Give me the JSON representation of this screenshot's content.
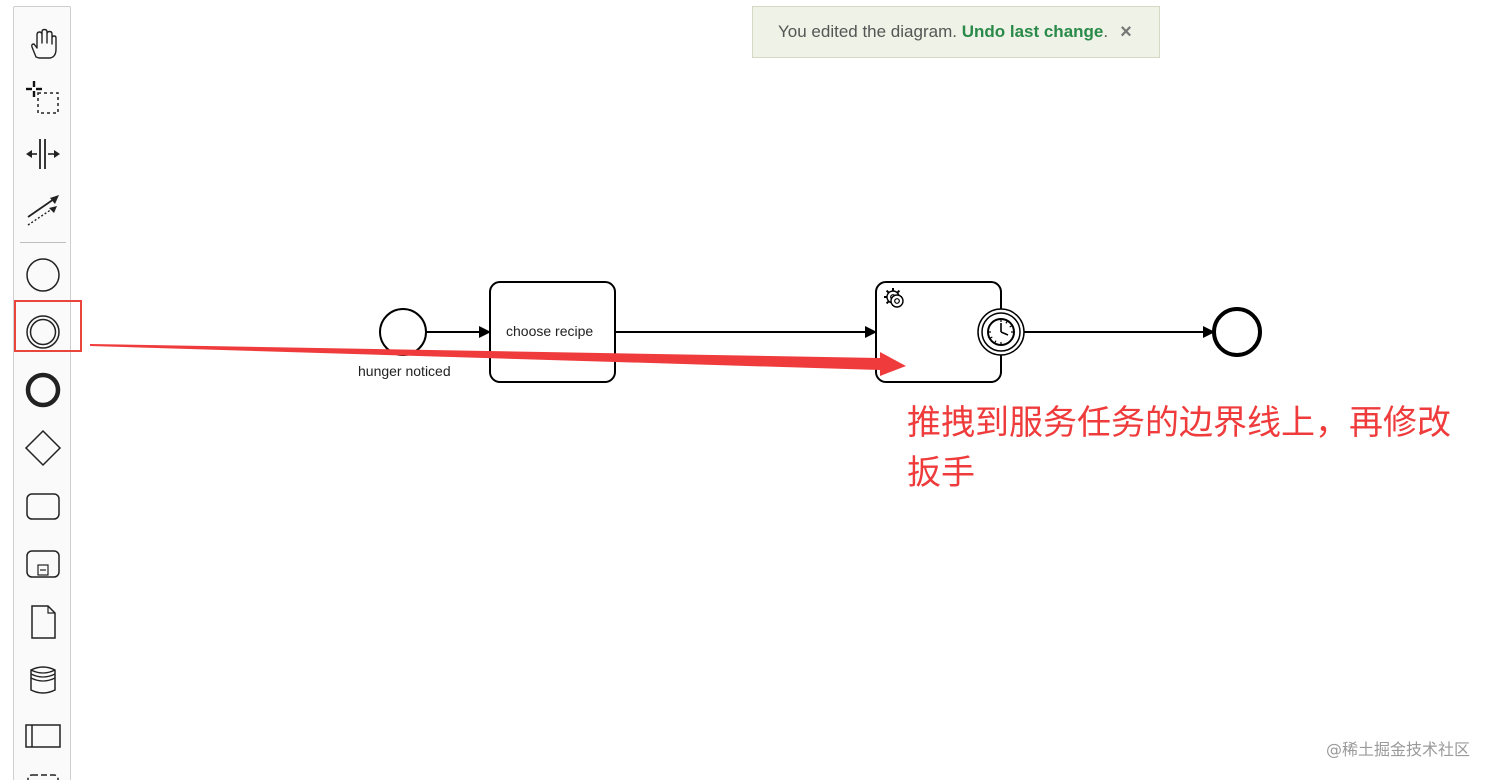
{
  "palette": {
    "tools": [
      {
        "name": "hand-tool",
        "icon": "hand-icon"
      },
      {
        "name": "lasso-tool",
        "icon": "lasso-icon"
      },
      {
        "name": "space-tool",
        "icon": "space-icon"
      },
      {
        "name": "global-connect-tool",
        "icon": "connect-icon"
      },
      {
        "name": "create-start-event",
        "icon": "start-event-icon"
      },
      {
        "name": "create-intermediate-event",
        "icon": "intermediate-event-icon"
      },
      {
        "name": "create-end-event",
        "icon": "end-event-icon"
      },
      {
        "name": "create-gateway",
        "icon": "gateway-icon"
      },
      {
        "name": "create-task",
        "icon": "task-icon"
      },
      {
        "name": "create-subprocess",
        "icon": "subprocess-icon"
      },
      {
        "name": "create-data-object",
        "icon": "data-object-icon"
      },
      {
        "name": "create-data-store",
        "icon": "data-store-icon"
      },
      {
        "name": "create-pool",
        "icon": "pool-icon"
      },
      {
        "name": "create-group",
        "icon": "group-icon"
      }
    ],
    "highlight_color": "#e8453c"
  },
  "notification": {
    "message": "You edited the diagram.",
    "action": "Undo last change",
    "punct": ".",
    "close": "×"
  },
  "diagram": {
    "start_event_label": "hunger noticed",
    "task_label": "choose recipe",
    "service_task_icon": "gear-icon",
    "boundary_event_icon": "timer-icon"
  },
  "annotation": {
    "line1": "推拽到服务任务的边界线上，再修改",
    "line2": "扳手",
    "color": "#ef3b3b"
  },
  "watermark": "@稀土掘金技术社区"
}
